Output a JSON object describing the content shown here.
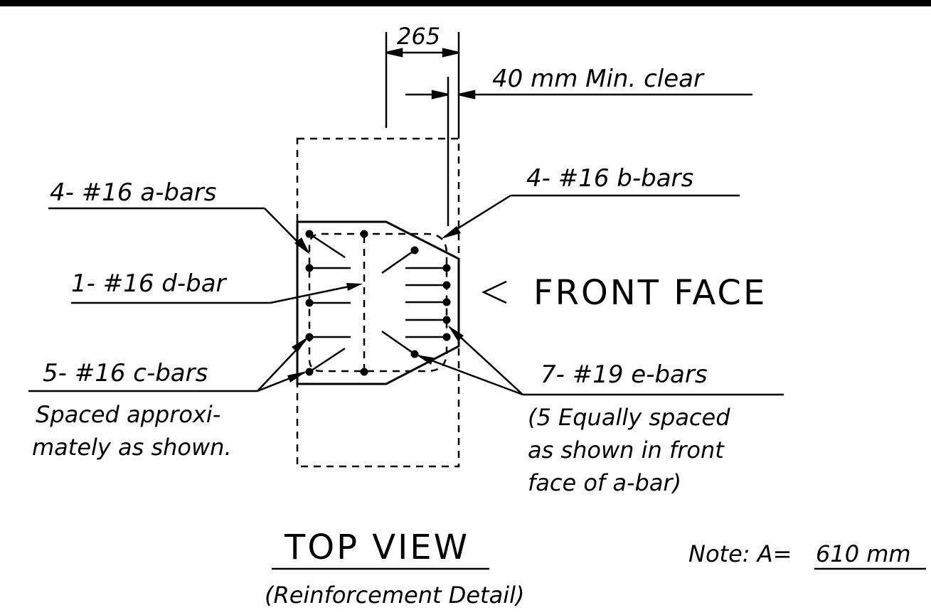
{
  "dimensions": {
    "width_dim": "265",
    "clear_note": "40 mm Min. clear"
  },
  "callouts": {
    "a_bars": "4- #16 a-bars",
    "b_bars": "4- #16 b-bars",
    "d_bar": "1- #16 d-bar",
    "c_bars": "5- #16 c-bars",
    "c_bars_note_1": "Spaced approxi-",
    "c_bars_note_2": "mately as shown.",
    "e_bars": "7- #19 e-bars",
    "e_bars_note_1": "(5 Equally spaced",
    "e_bars_note_2": "as shown in front",
    "e_bars_note_3": "face of a-bar)"
  },
  "front_face": "FRONT FACE",
  "view_title": "TOP VIEW",
  "view_subtitle": "(Reinforcement Detail)",
  "note": {
    "label": "Note: A=",
    "value": "610 mm"
  }
}
